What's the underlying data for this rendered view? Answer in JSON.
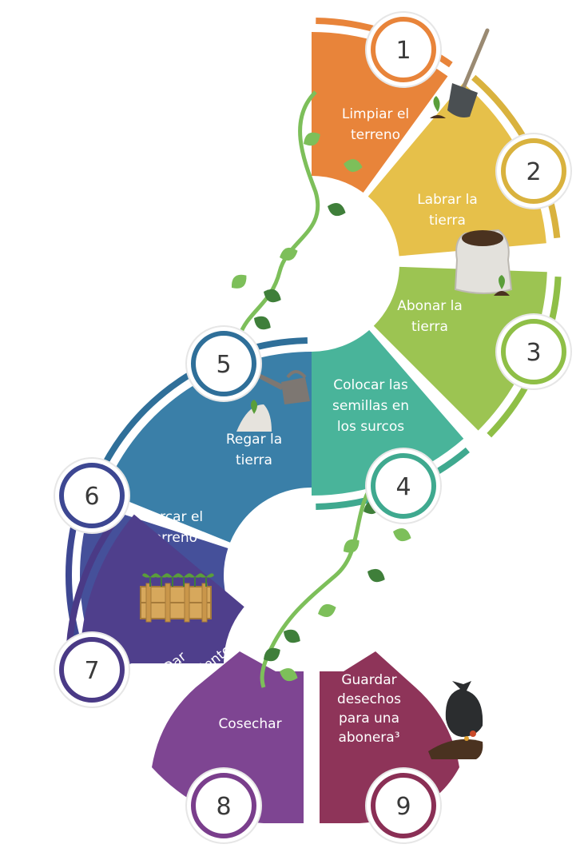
{
  "steps": [
    {
      "number": "1",
      "lines": [
        "Limpiar el",
        "terreno"
      ],
      "color": "#e8843a",
      "ring": "#e8843a",
      "text_color": "#2b2b2b"
    },
    {
      "number": "2",
      "lines": [
        "Labrar la",
        "tierra"
      ],
      "color": "#e6c04a",
      "ring": "#d9b23e",
      "text_color": "#2b2b2b"
    },
    {
      "number": "3",
      "lines": [
        "Abonar la",
        "tierra"
      ],
      "color": "#9cc452",
      "ring": "#8fbf47",
      "text_color": "#2b2b2b"
    },
    {
      "number": "4",
      "lines": [
        "Colocar las",
        "semillas en",
        "los surcos"
      ],
      "color": "#49b49a",
      "ring": "#3fa98f",
      "text_color": "#2b2b2b"
    },
    {
      "number": "5",
      "lines": [
        "Regar la",
        "tierra"
      ],
      "color": "#3a7fa8",
      "ring": "#2f6f99",
      "text_color": "#ffffff"
    },
    {
      "number": "6",
      "lines": [
        "Cercar el",
        "terreno"
      ],
      "color": "#45509a",
      "ring": "#3d4792",
      "text_color": "#ffffff"
    },
    {
      "number": "7",
      "lines": [
        "Dar",
        "mantenimiento"
      ],
      "color": "#4f3f8c",
      "ring": "#4a3a86",
      "text_color": "#ffffff"
    },
    {
      "number": "8",
      "lines": [
        "Cosechar"
      ],
      "color": "#7e4592",
      "ring": "#7a3e8c",
      "text_color": "#ffffff"
    },
    {
      "number": "9",
      "lines": [
        "Guardar",
        "desechos",
        "para una",
        "abonera³"
      ],
      "color": "#8e3459",
      "ring": "#8a2f55",
      "text_color": "#ffffff"
    }
  ],
  "icons": [
    "shovel-icon",
    "soil-sack-icon",
    "watering-can-icon",
    "seedling-crate-icon",
    "trash-bag-icon"
  ],
  "vine_color": "#7dbf5a",
  "leaf_color": "#3f7f3a"
}
